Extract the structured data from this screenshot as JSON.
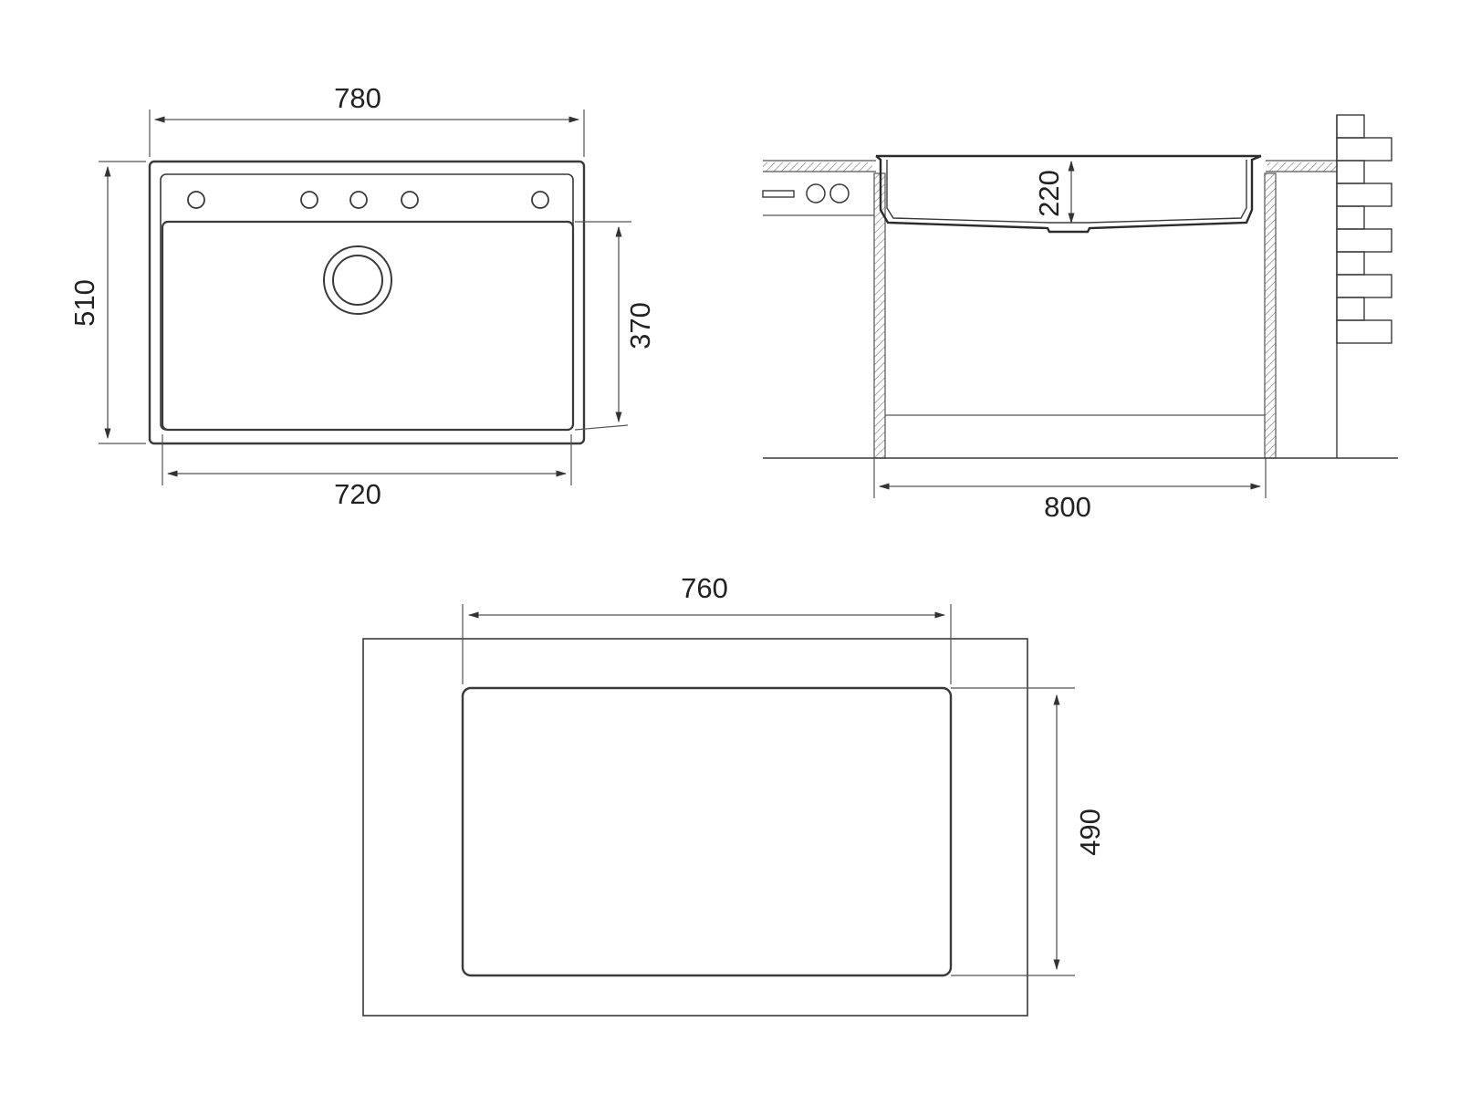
{
  "drawing": {
    "top_view": {
      "overall_width": "780",
      "overall_depth": "510",
      "bowl_width": "720",
      "bowl_depth": "370"
    },
    "section_view": {
      "bowl_height": "220",
      "cabinet_width": "800"
    },
    "cutout_view": {
      "cutout_width": "760",
      "cutout_depth": "490"
    }
  },
  "colors": {
    "line": "#3a3a3a",
    "hatch": "#777777",
    "background": "#ffffff"
  }
}
